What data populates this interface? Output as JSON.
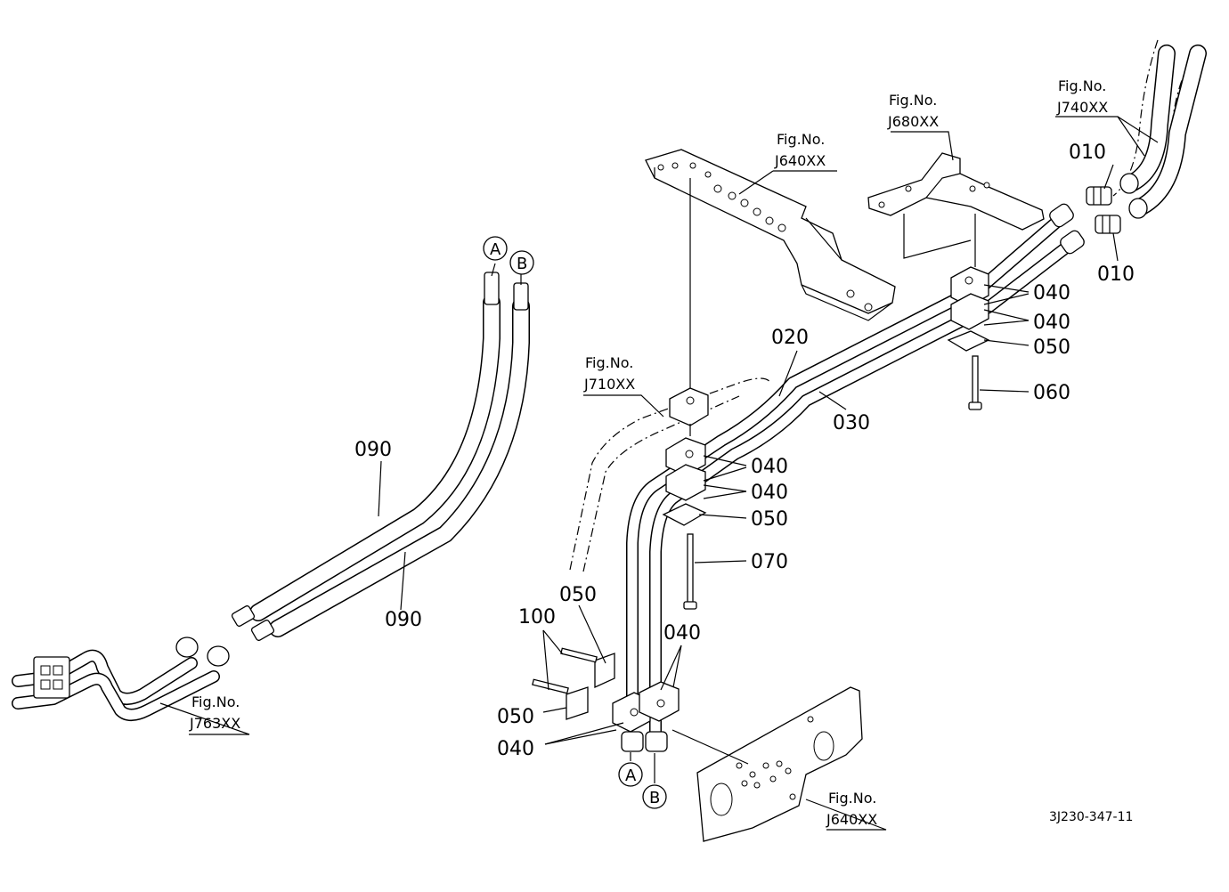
{
  "diagram_title": "",
  "drawing_code": "3J230-347-11",
  "connection_markers": {
    "a": "A",
    "b": "B"
  },
  "part_labels": {
    "p010_a": "010",
    "p010_b": "010",
    "p020": "020",
    "p030": "030",
    "p040_r1": "040",
    "p040_r2": "040",
    "p040_m1": "040",
    "p040_m2": "040",
    "p040_bl": "040",
    "p040_br": "040",
    "p050_r": "050",
    "p050_m": "050",
    "p050_l1": "050",
    "p050_l2": "050",
    "p060": "060",
    "p070": "070",
    "p090_a": "090",
    "p090_b": "090",
    "p100": "100"
  },
  "figure_refs": {
    "j640_top": {
      "prefix": "Fig.No.",
      "code": "J640XX"
    },
    "j680": {
      "prefix": "Fig.No.",
      "code": "J680XX"
    },
    "j740": {
      "prefix": "Fig.No.",
      "code": "J740XX"
    },
    "j710": {
      "prefix": "Fig.No.",
      "code": "J710XX"
    },
    "j763": {
      "prefix": "Fig.No.",
      "code": "J763XX"
    },
    "j640_bottom": {
      "prefix": "Fig.No.",
      "code": "J640XX"
    }
  }
}
